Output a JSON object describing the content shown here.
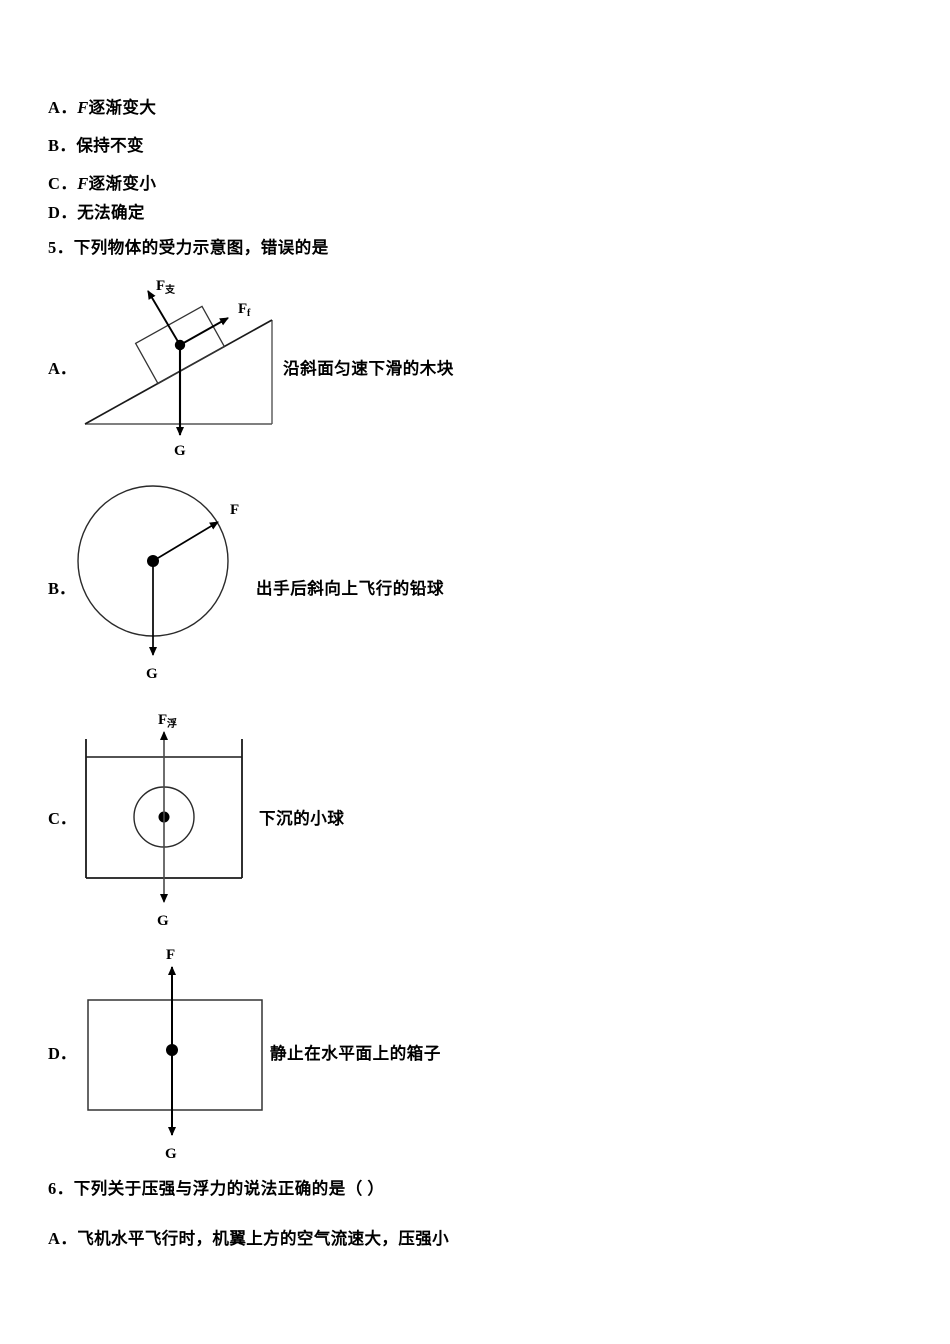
{
  "document": {
    "type": "physics-exam-page",
    "language": "zh-CN"
  },
  "question_4_options": [
    {
      "letter": "A．",
      "symbol": "F",
      "text": "逐渐变大"
    },
    {
      "letter": "B．",
      "symbol": "",
      "text": "保持不变"
    },
    {
      "letter": "C．",
      "symbol": "F",
      "text": "逐渐变小"
    },
    {
      "letter": "D．",
      "symbol": "",
      "text": "无法确定"
    }
  ],
  "question_5": {
    "number": "5．",
    "stem": "下列物体的受力示意图，错误的是",
    "options": [
      {
        "letter": "A．",
        "caption": "沿斜面匀速下滑的木块",
        "figure": "inclined-plane-block",
        "forces": [
          {
            "name": "normal-force",
            "label": "F",
            "subscript": "支"
          },
          {
            "name": "friction-force",
            "label": "F",
            "subscript": "f"
          },
          {
            "name": "gravity-force",
            "label": "G",
            "subscript": ""
          }
        ]
      },
      {
        "letter": "B．",
        "caption": "出手后斜向上飞行的铅球",
        "figure": "shot-put-ball",
        "forces": [
          {
            "name": "applied-force",
            "label": "F",
            "subscript": ""
          },
          {
            "name": "gravity-force",
            "label": "G",
            "subscript": ""
          }
        ]
      },
      {
        "letter": "C．",
        "caption": "下沉的小球",
        "figure": "sinking-ball-in-liquid",
        "forces": [
          {
            "name": "buoyant-force",
            "label": "F",
            "subscript": "浮"
          },
          {
            "name": "gravity-force",
            "label": "G",
            "subscript": ""
          }
        ]
      },
      {
        "letter": "D．",
        "caption": "静止在水平面上的箱子",
        "figure": "box-at-rest",
        "forces": [
          {
            "name": "support-force",
            "label": "F",
            "subscript": ""
          },
          {
            "name": "gravity-force",
            "label": "G",
            "subscript": ""
          }
        ]
      }
    ]
  },
  "question_6": {
    "number": "6．",
    "stem": "下列关于压强与浮力的说法正确的是（      ）",
    "options": [
      {
        "letter": "A．",
        "text": "飞机水平飞行时，机翼上方的空气流速大，压强小"
      }
    ]
  },
  "colors": {
    "ink": "#000000",
    "line": "#1a1a1a",
    "page_background": "#ffffff"
  }
}
